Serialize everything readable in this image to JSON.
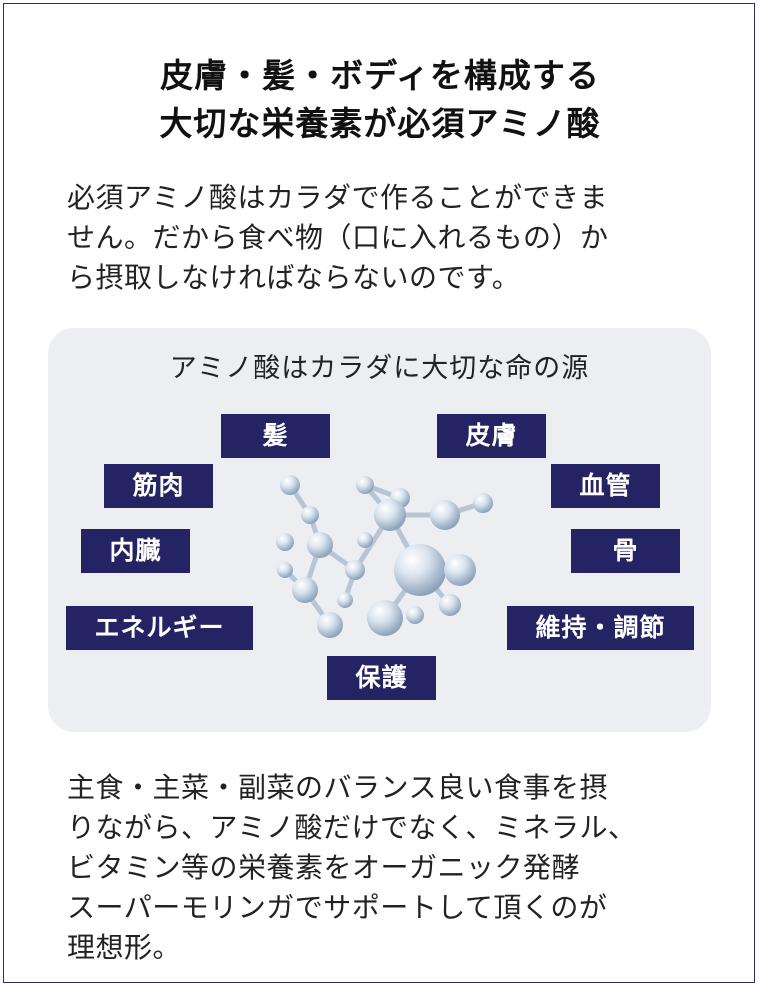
{
  "title": {
    "line1": "皮膚・髪・ボディを構成する",
    "line2": "大切な栄養素が必須アミノ酸"
  },
  "intro": {
    "line1": "必須アミノ酸はカラダで作ることができま",
    "line2": "せん。だから食べ物（口に入れるもの）か",
    "line3": "ら摂取しなければならないのです。"
  },
  "diagram": {
    "heading": "アミノ酸はカラダに大切な命の源",
    "labels": {
      "hair": "髪",
      "skin": "皮膚",
      "muscle": "筋肉",
      "blood_vessel": "血管",
      "organs": "内臓",
      "bone": "骨",
      "energy": "エネルギー",
      "maintenance": "維持・調節",
      "protection": "保護"
    },
    "center_icon": "molecule-icon",
    "label_color": "#242364",
    "panel_color": "#eceef2"
  },
  "outro": {
    "line1": "主食・主菜・副菜のバランス良い食事を摂",
    "line2": "りながら、アミノ酸だけでなく、ミネラル、",
    "line3": "ビタミン等の栄養素をオーガニック発酵",
    "line4": "スーパーモリンガでサポートして頂くのが",
    "line5": "理想形。"
  }
}
